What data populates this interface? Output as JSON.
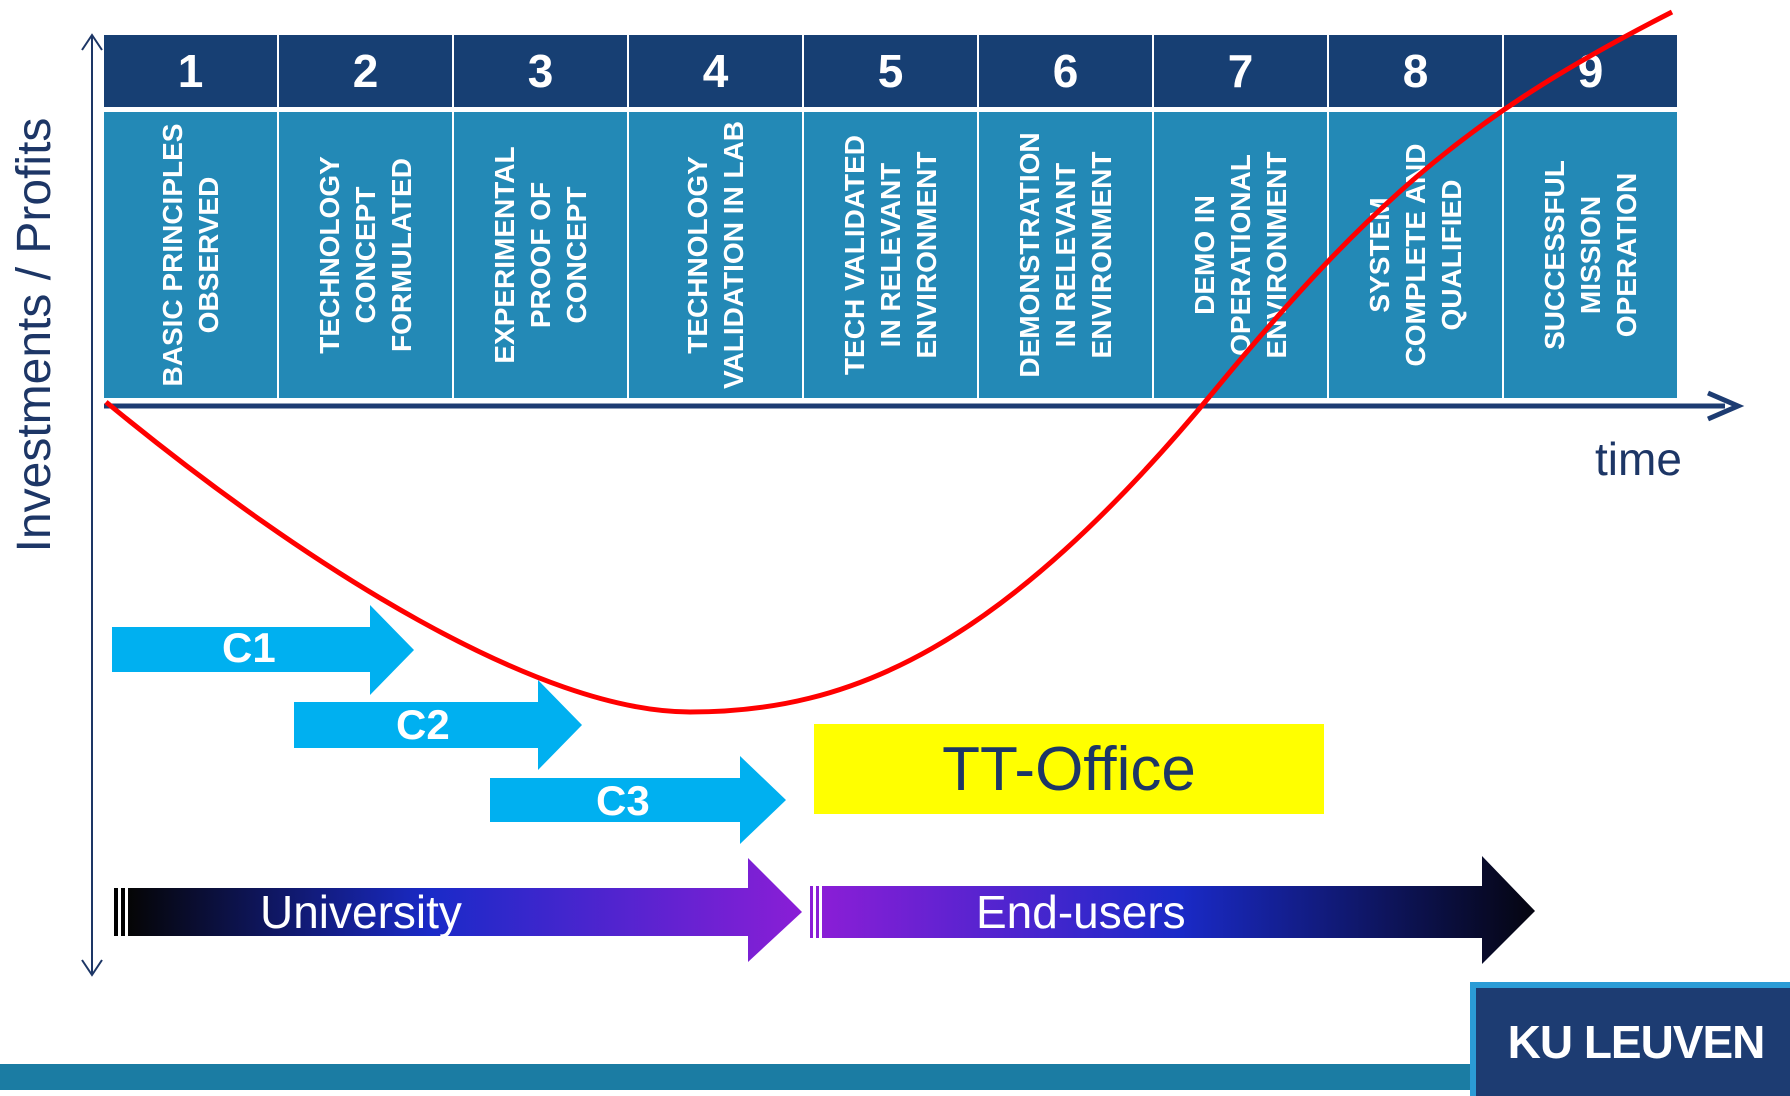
{
  "y_axis_label": "Investments / Profits",
  "x_axis_label": "time",
  "trl_levels": [
    {
      "number": "1",
      "description": "BASIC PRINCIPLES OBSERVED"
    },
    {
      "number": "2",
      "description": "TECHNOLOGY CONCEPT FORMULATED"
    },
    {
      "number": "3",
      "description": "EXPERIMENTAL PROOF OF CONCEPT"
    },
    {
      "number": "4",
      "description": "TECHNOLOGY VALIDATION IN LAB"
    },
    {
      "number": "5",
      "description": "TECH VALIDATED IN RELEVANT ENVIRONMENT"
    },
    {
      "number": "6",
      "description": "DEMONSTRATION IN RELEVANT ENVIRONMENT"
    },
    {
      "number": "7",
      "description": "DEMO IN OPERATIONAL ENVIRONMENT"
    },
    {
      "number": "8",
      "description": "SYSTEM COMPLETE AND QUALIFIED"
    },
    {
      "number": "9",
      "description": "SUCCESSFUL MISSION OPERATION"
    }
  ],
  "phase_arrows": [
    {
      "label": "C1"
    },
    {
      "label": "C2"
    },
    {
      "label": "C3"
    }
  ],
  "tt_office": "TT-Office",
  "bands": {
    "university": "University",
    "end_users": "End-users"
  },
  "logo": "KU LEUVEN",
  "colors": {
    "trl_number_bg": "#173f73",
    "trl_desc_bg": "#2389b6",
    "curve": "#ff0000",
    "phase_arrow": "#00b0f0",
    "tt_office_bg": "#ffff00",
    "axis": "#1d3666"
  }
}
